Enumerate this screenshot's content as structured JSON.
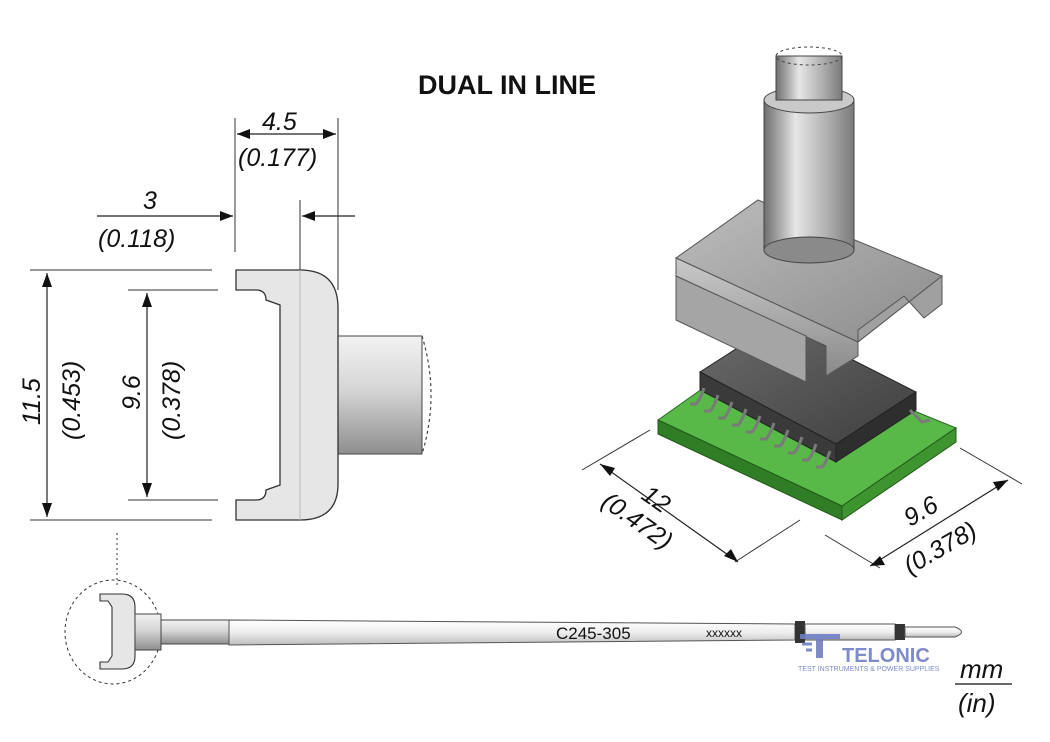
{
  "title": "DUAL IN LINE",
  "dimensions": {
    "top_width_mm": "4.5",
    "top_width_in": "(0.177)",
    "offset_mm": "3",
    "offset_in": "(0.118)",
    "outer_height_mm": "11.5",
    "outer_height_in": "(0.453)",
    "inner_height_mm": "9.6",
    "inner_height_in": "(0.378)",
    "pcb_length_mm": "12",
    "pcb_length_in": "(0.472)",
    "pcb_width_mm": "9.6",
    "pcb_width_in": "(0.378)"
  },
  "part": {
    "model": "C245-305",
    "serial": "xxxxxx"
  },
  "logo": {
    "name": "TELONIC",
    "tagline": "TEST INSTRUMENTS & POWER SUPPLIES"
  },
  "units": {
    "primary": "mm",
    "secondary": "(in)"
  },
  "colors": {
    "pcb_green": "#3d9a2f",
    "chip_body": "#505050",
    "tip_gray": "#9a9a9a",
    "logo_blue": "#6f7fc4"
  }
}
